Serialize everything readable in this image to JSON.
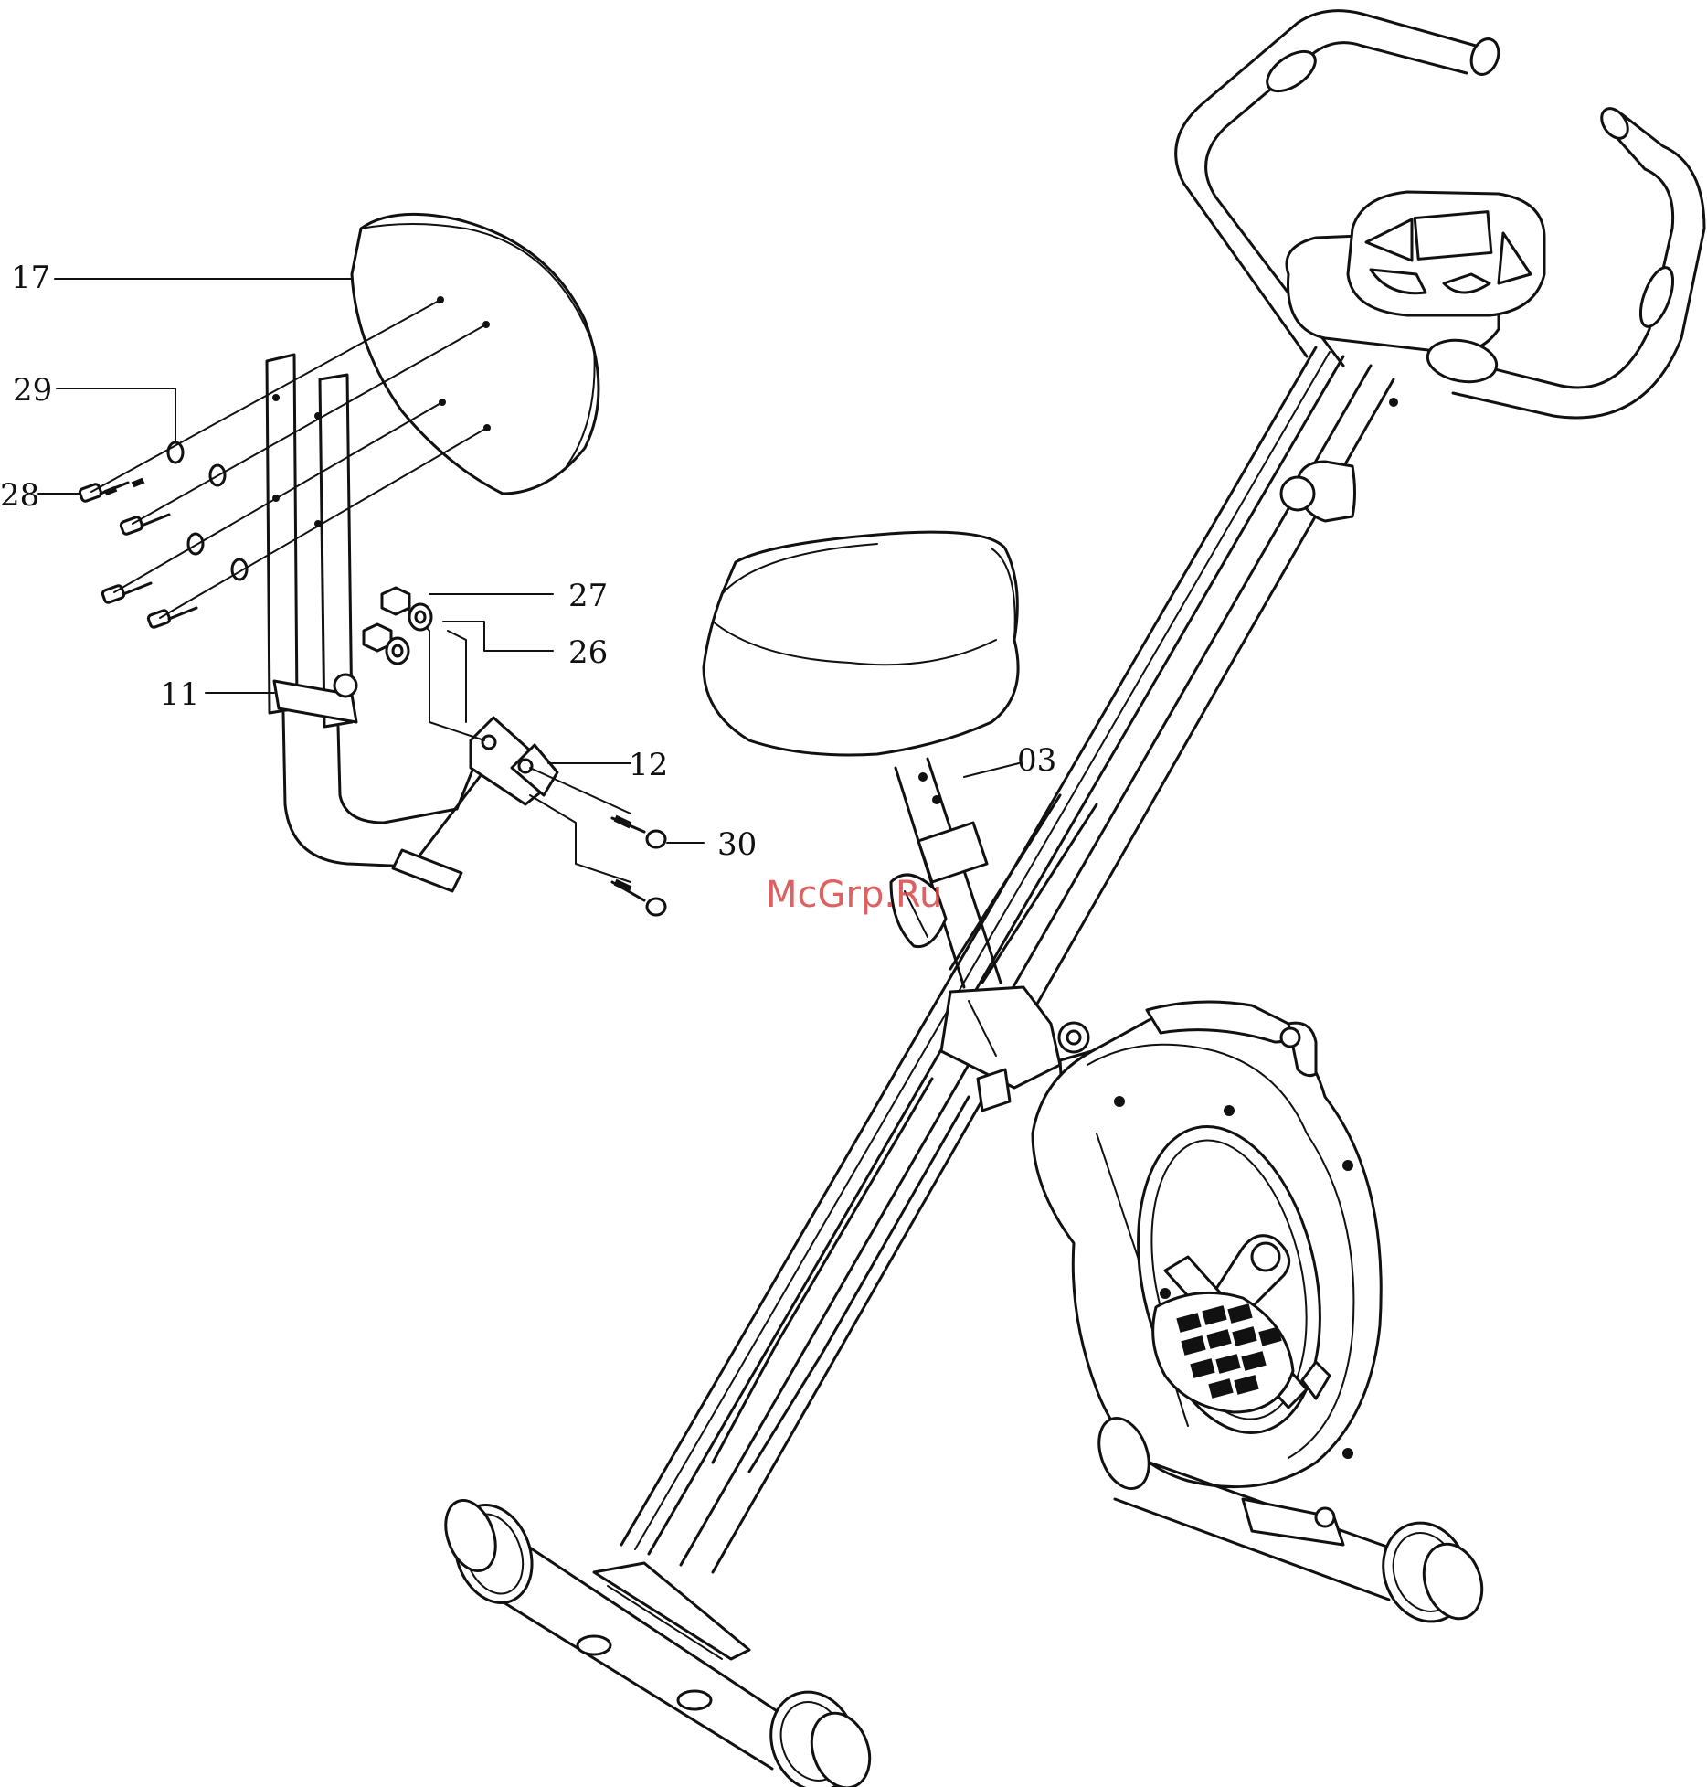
{
  "callouts": [
    {
      "id": "17",
      "label": "17"
    },
    {
      "id": "29",
      "label": "29"
    },
    {
      "id": "28",
      "label": "28"
    },
    {
      "id": "27",
      "label": "27"
    },
    {
      "id": "26",
      "label": "26"
    },
    {
      "id": "11",
      "label": "11"
    },
    {
      "id": "12",
      "label": "12"
    },
    {
      "id": "03",
      "label": "03"
    },
    {
      "id": "30",
      "label": "30"
    }
  ],
  "watermark": "McGrp.Ru",
  "colors": {
    "ink": "#111111",
    "watermark": "#d94545",
    "paper": "#ffffff"
  }
}
